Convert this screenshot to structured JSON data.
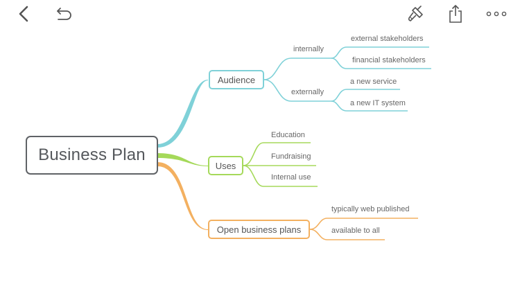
{
  "toolbar": {
    "back": "chevron-left-icon",
    "undo": "undo-icon",
    "style": "paint-brush-icon",
    "share": "share-icon",
    "more": "more-icon"
  },
  "colors": {
    "audience": "#7fd1d8",
    "uses": "#a5d95a",
    "open": "#f3b060",
    "central_border": "#5f6266"
  },
  "map": {
    "central": "Business Plan",
    "audience": {
      "label": "Audience",
      "internally": {
        "label": "internally",
        "children": [
          "external stakeholders",
          "financial stakeholders"
        ]
      },
      "externally": {
        "label": "externally",
        "children": [
          "a new service",
          "a new IT system"
        ]
      }
    },
    "uses": {
      "label": "Uses",
      "children": [
        "Education",
        "Fundraising",
        "Internal use"
      ]
    },
    "open": {
      "label": "Open business plans",
      "children": [
        "typically web published",
        "available to all"
      ]
    }
  }
}
